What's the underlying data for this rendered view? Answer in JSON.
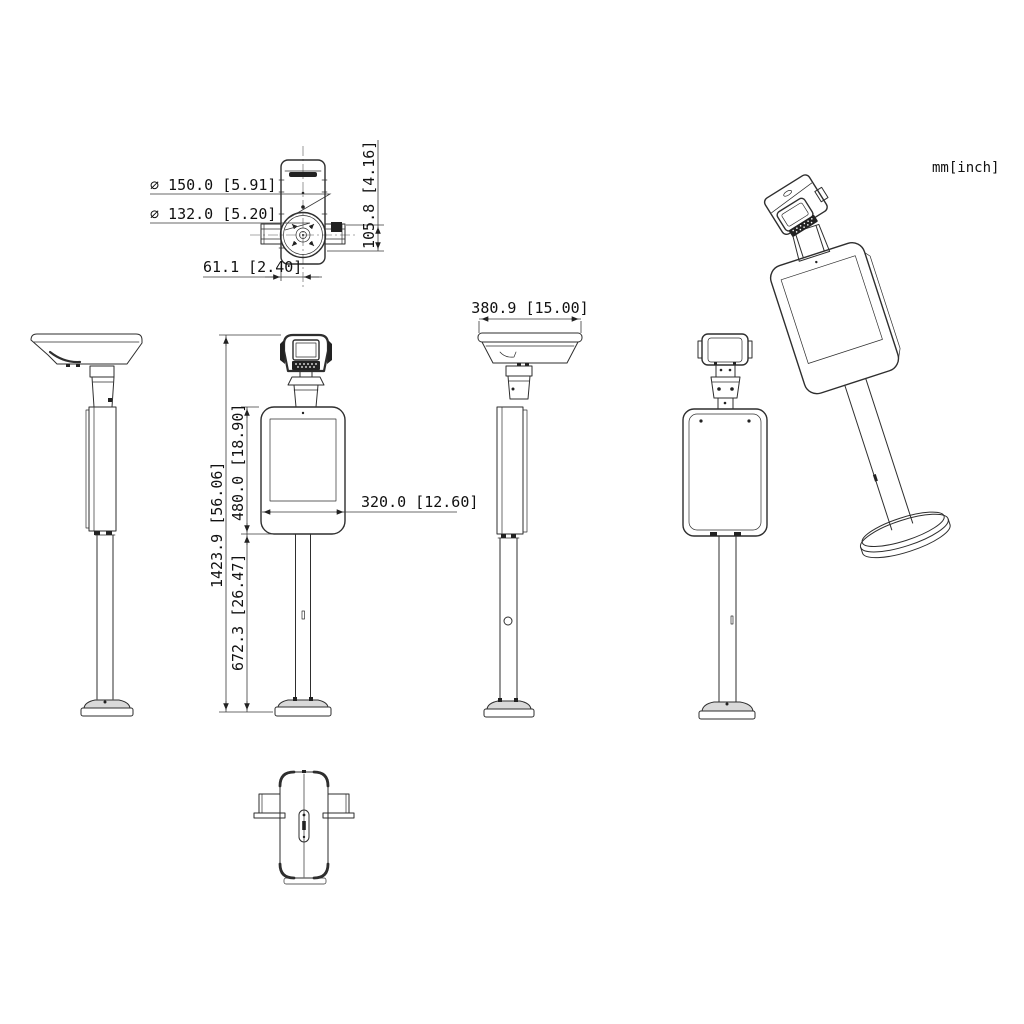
{
  "units_label": "mm[inch]",
  "dimensions": {
    "top_outer_diameter": "⌀ 150.0  [5.91]",
    "top_inner_diameter": "⌀ 132.0  [5.20]",
    "top_offset": "61.1  [2.40]",
    "top_height": "105.8  [4.16]",
    "front_total_height": "1423.9 [56.06]",
    "front_screen_height": "480.0 [18.90]",
    "front_pole_height": "672.3 [26.47]",
    "front_screen_width": "320.0  [12.60]",
    "side_hood_width": "380.9  [15.00]"
  }
}
